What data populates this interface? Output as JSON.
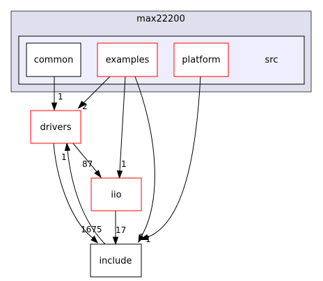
{
  "cluster_outer": {
    "label": "max22200",
    "fill": "#dfdfed",
    "stroke": "#404040"
  },
  "cluster_inner": {
    "label": "src",
    "fill": "#eeeefe",
    "stroke": "#000000"
  },
  "nodes": {
    "common": {
      "label": "common",
      "stroke": "#000000"
    },
    "examples": {
      "label": "examples",
      "stroke": "#ff0000"
    },
    "platform": {
      "label": "platform",
      "stroke": "#ff0000"
    },
    "drivers": {
      "label": "drivers",
      "stroke": "#ff0000"
    },
    "iio": {
      "label": "iio",
      "stroke": "#ff0000"
    },
    "include": {
      "label": "include",
      "stroke": "#000000"
    }
  },
  "edges": {
    "common_drivers": {
      "from": "common",
      "to": "drivers",
      "label": "1"
    },
    "examples_drivers": {
      "from": "examples",
      "to": "drivers",
      "label": "2"
    },
    "examples_iio": {
      "from": "examples",
      "to": "iio",
      "label": "1"
    },
    "examples_include": {
      "from": "examples",
      "to": "include",
      "label": "1"
    },
    "platform_include": {
      "from": "platform",
      "to": "include",
      "label": "1"
    },
    "drivers_iio": {
      "from": "drivers",
      "to": "iio",
      "label": "87"
    },
    "drivers_include": {
      "from": "drivers",
      "to": "include",
      "label": "1675"
    },
    "include_drivers": {
      "from": "include",
      "to": "drivers",
      "label": "1"
    },
    "iio_include": {
      "from": "iio",
      "to": "include",
      "label": "17"
    }
  }
}
